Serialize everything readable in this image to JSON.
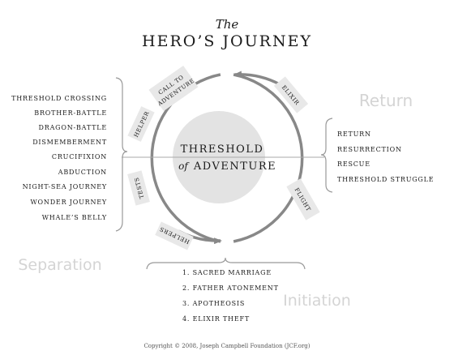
{
  "title": {
    "the": "The",
    "main": "HERO’S JOURNEY"
  },
  "center": {
    "line1": "THRESHOLD",
    "of": "of",
    "line2": "ADVENTURE"
  },
  "phases": {
    "return": "Return",
    "separation": "Separation",
    "initiation": "Initiation"
  },
  "left_list": [
    "THRESHOLD CROSSING",
    "BROTHER-BATTLE",
    "DRAGON-BATTLE",
    "DISMEMBERMENT",
    "CRUCIFIXION",
    "ABDUCTION",
    "NIGHT-SEA JOURNEY",
    "WONDER JOURNEY",
    "WHALE’S BELLY"
  ],
  "right_list": [
    "RETURN",
    "RESURRECTION",
    "RESCUE",
    "THRESHOLD STRUGGLE"
  ],
  "bottom_list": [
    "1. SACRED MARRIAGE",
    "2. FATHER ATONEMENT",
    "3. APOTHEOSIS",
    "4. ELIXIR THEFT"
  ],
  "stage_labels": {
    "call_to_adventure_1": "CALL TO",
    "call_to_adventure_2": "ADVENTURE",
    "helper": "HELPER",
    "elixir": "ELIXIR",
    "tests": "TESTS",
    "helpers": "HELPERS",
    "flight": "FLIGHT"
  },
  "copyright": "Copyright © 2008, Joseph Campbell Foundation (JCF.org)",
  "colors": {
    "circle": "#888888",
    "center_fill": "#e3e3e3",
    "label_box": "#e8e8e8",
    "phase_text": "#d4d4d4",
    "text": "#1a1a1a"
  }
}
